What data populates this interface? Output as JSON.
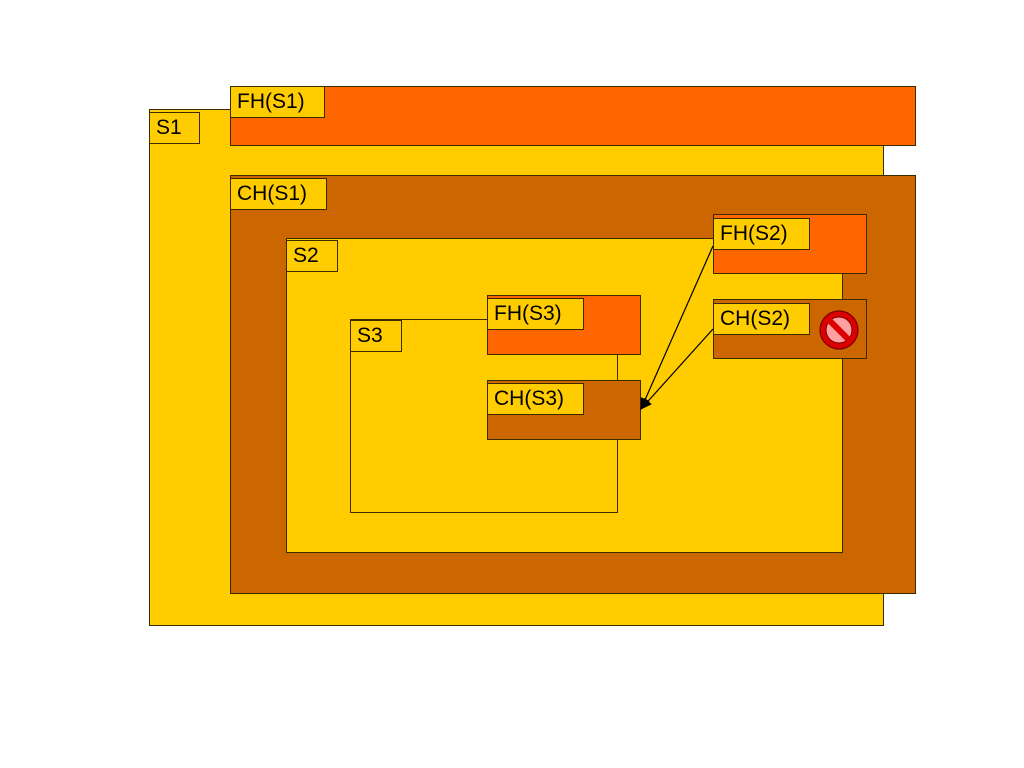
{
  "diagram": {
    "colors": {
      "scope_fill": "#ffcc00",
      "fault_handler_fill": "#ff6600",
      "compensation_handler_fill": "#cc6600",
      "prohibited_icon": "#dd0000"
    },
    "scopes": {
      "s1": "S1",
      "s2": "S2",
      "s3": "S3"
    },
    "handlers": {
      "fh_s1": "FH(S1)",
      "ch_s1": "CH(S1)",
      "fh_s2": "FH(S2)",
      "ch_s2": "CH(S2)",
      "fh_s3": "FH(S3)",
      "ch_s3": "CH(S3)"
    },
    "icons": {
      "ch_s2_marker": "prohibited-icon"
    },
    "arrows": [
      {
        "from": "FH(S2)",
        "to": "CH(S3)"
      },
      {
        "from": "CH(S2)",
        "to": "CH(S3)"
      }
    ]
  }
}
